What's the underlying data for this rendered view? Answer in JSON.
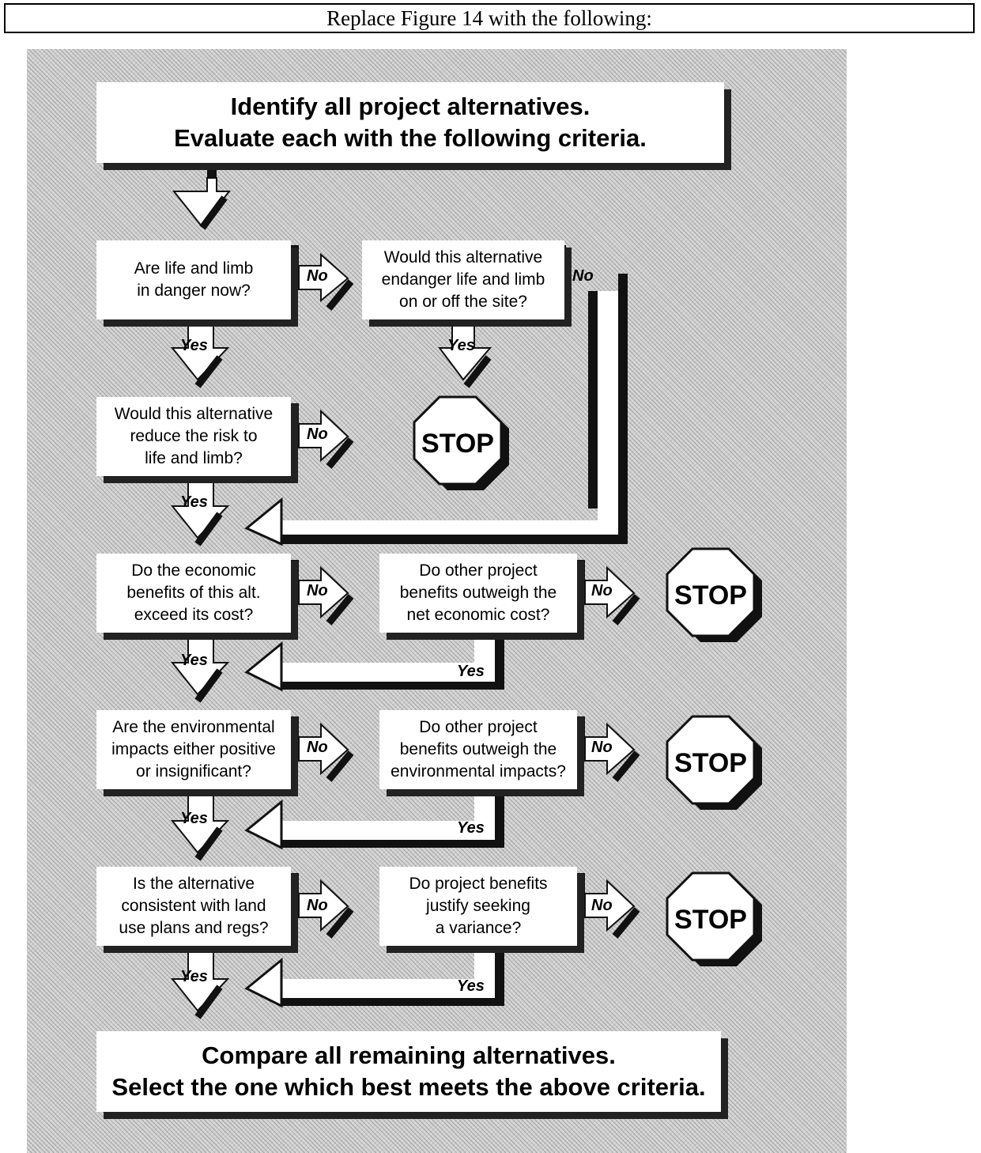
{
  "header": {
    "text": "Replace Figure 14 with the following:"
  },
  "flow": {
    "start": "Identify all project alternatives.\nEvaluate each with the following criteria.",
    "q1": "Are life and limb\nin danger now?",
    "q1b": "Would this alternative\nendanger life and limb\non or off the site?",
    "q2": "Would this alternative\nreduce the risk to\nlife and limb?",
    "q3": "Do the economic\nbenefits of this alt.\nexceed its cost?",
    "q3b": "Do other project\nbenefits outweigh the\nnet economic cost?",
    "q4": "Are the environmental\nimpacts either positive\nor insignificant?",
    "q4b": "Do other project\nbenefits outweigh the\nenvironmental impacts?",
    "q5": "Is the alternative\nconsistent with land\nuse plans and regs?",
    "q5b": "Do project benefits\njustify seeking\na variance?",
    "end": "Compare all remaining alternatives.\nSelect the one which best meets the above criteria."
  },
  "labels": {
    "yes": "Yes",
    "no": "No",
    "stop": "STOP"
  }
}
